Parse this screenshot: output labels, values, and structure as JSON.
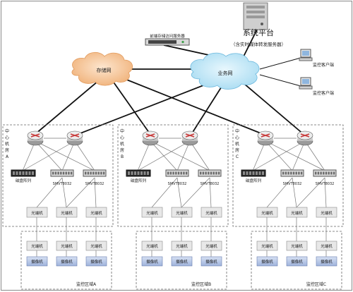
{
  "header": {
    "platform_title": "系统平台",
    "platform_subtitle": "（含实时媒体转发服务器）",
    "storage_server_label": "前端存储访问服务器"
  },
  "clouds": {
    "storage": "存储网",
    "business": "业务网"
  },
  "clients": {
    "client1": "监控客户端",
    "client2": "监控客户端"
  },
  "centers": [
    {
      "side_label": "中心机房A",
      "disk_label": "磁盘阵列",
      "smv1": "SMVT8032",
      "smv2": "SMVT8032",
      "optical_top": [
        "光端机",
        "光端机",
        "光端机"
      ],
      "optical_bottom": [
        "光端机",
        "光端机",
        "光端机"
      ],
      "cameras": [
        "摄像机",
        "摄像机",
        "摄像机"
      ],
      "area_label": "监控区域A"
    },
    {
      "side_label": "中心机房B",
      "disk_label": "磁盘阵列",
      "smv1": "SMVT8032",
      "smv2": "SMVT8032",
      "optical_top": [
        "光端机",
        "光端机",
        "光端机"
      ],
      "optical_bottom": [
        "光端机",
        "光端机",
        "光端机"
      ],
      "cameras": [
        "摄像机",
        "摄像机",
        "摄像机"
      ],
      "area_label": "监控区域B"
    },
    {
      "side_label": "中心机房C",
      "disk_label": "磁盘阵列",
      "smv1": "SMVT8032",
      "smv2": "SMVT8032",
      "optical_top": [
        "光端机",
        "光端机",
        "光端机"
      ],
      "optical_bottom": [
        "光端机",
        "光端机",
        "光端机"
      ],
      "cameras": [
        "摄像机",
        "摄像机",
        "摄像机"
      ],
      "area_label": "监控区域C"
    }
  ],
  "colors": {
    "storage_cloud": "#f0b27a",
    "business_cloud": "#a9dcf2",
    "optical_box": "#e8e8e8",
    "camera_box": "#b7c6e6",
    "router": "#c83a3a"
  }
}
